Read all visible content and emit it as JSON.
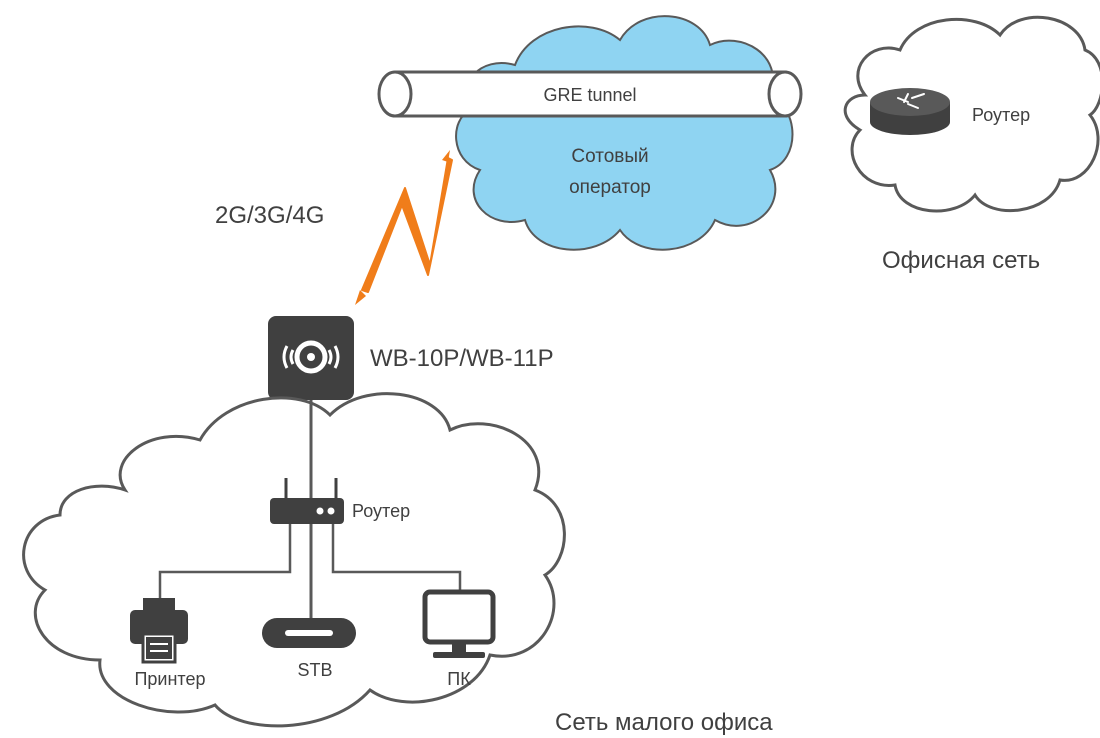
{
  "tunnel": {
    "label": "GRE tunnel"
  },
  "operator": {
    "line1": "Сотовый",
    "line2": "оператор",
    "fill": "#8fd4f2"
  },
  "office": {
    "router_label": "Роутер",
    "network_label": "Офисная сеть"
  },
  "wireless": {
    "label": "2G/3G/4G",
    "color": "#f07d1a"
  },
  "device": {
    "label": "WB-10P/WB-11P"
  },
  "small_office": {
    "router_label": "Роутер",
    "printer_label": "Принтер",
    "stb_label": "STB",
    "pc_label": "ПК",
    "network_label": "Сеть малого офиса"
  },
  "colors": {
    "outline": "#595959",
    "icon": "#404040",
    "text": "#404040"
  }
}
